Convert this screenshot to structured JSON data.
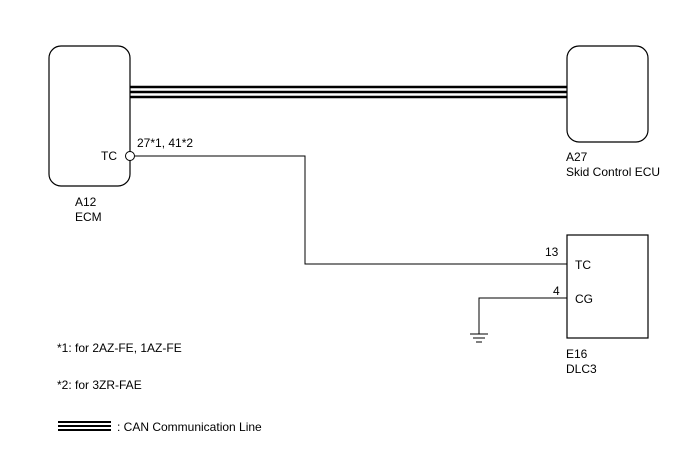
{
  "components": {
    "ecm": {
      "code": "A12",
      "name": "ECM",
      "pin_label": "TC",
      "pin_numbers": "27*1, 41*2"
    },
    "skid": {
      "code": "A27",
      "name": "Skid Control ECU"
    },
    "dlc3": {
      "code": "E16",
      "name": "DLC3",
      "pins": [
        {
          "number": "13",
          "label": "TC"
        },
        {
          "number": "4",
          "label": "CG"
        }
      ]
    }
  },
  "notes": [
    "*1: for 2AZ-FE, 1AZ-FE",
    "*2: for 3ZR-FAE"
  ],
  "legend": {
    "can_line": ": CAN Communication Line"
  },
  "colors": {
    "line": "#000000",
    "background": "#ffffff"
  }
}
